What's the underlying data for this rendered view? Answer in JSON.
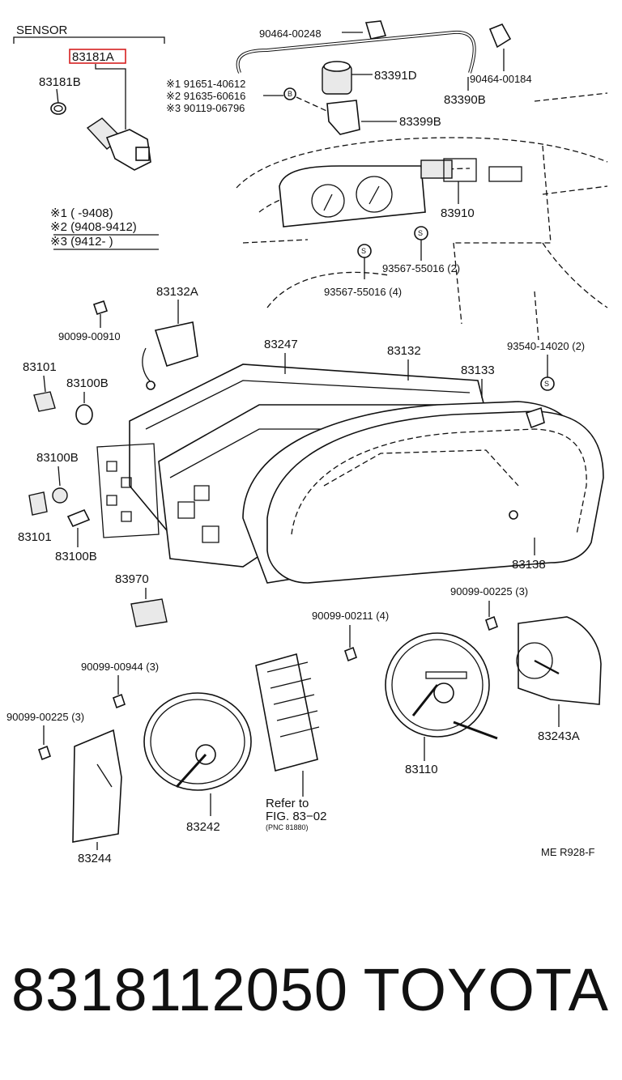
{
  "diagram": {
    "section_title": "SENSOR",
    "highlighted_part": "83181A",
    "labels": {
      "p83181B": "83181B",
      "p90464_00248": "90464-00248",
      "p83391D": "83391D",
      "p90464_00184": "90464-00184",
      "p83390B": "83390B",
      "p83399B": "83399B",
      "note1": "※1 91651-40612",
      "note2": "※2 91635-60616",
      "note3": "※3 90119-06796",
      "p83910": "83910",
      "p93567_2": "93567-55016 (2)",
      "p93567_4": "93567-55016 (4)",
      "p83132A": "83132A",
      "p90099_00910": "90099-00910",
      "p83101_a": "83101",
      "p83100B_a": "83100B",
      "p83100B_b": "83100B",
      "p83101_b": "83101",
      "p83100B_c": "83100B",
      "p83247": "83247",
      "p83132": "83132",
      "p83133": "83133",
      "p93540": "93540-14020 (2)",
      "p83138": "83138",
      "p83970": "83970",
      "p90099_00225_3a": "90099-00225 (3)",
      "p90099_00211": "90099-00211 (4)",
      "p83243A": "83243A",
      "p90099_00944": "90099-00944 (3)",
      "p90099_00225_3b": "90099-00225 (3)",
      "p83110": "83110",
      "p83242": "83242",
      "p83244": "83244",
      "refer1": "Refer to",
      "refer2": "FIG. 83−02",
      "refer3": "(PNC 81880)",
      "range1": "※1 (        -9408)",
      "range2": "※2 (9408-9412)",
      "range3": "※3 (9412-        )",
      "code": "ME R928-F",
      "callout_b": "B",
      "callout_s": "S"
    }
  },
  "footer": {
    "part_number": "8318112050",
    "brand": "TOYOTA"
  }
}
